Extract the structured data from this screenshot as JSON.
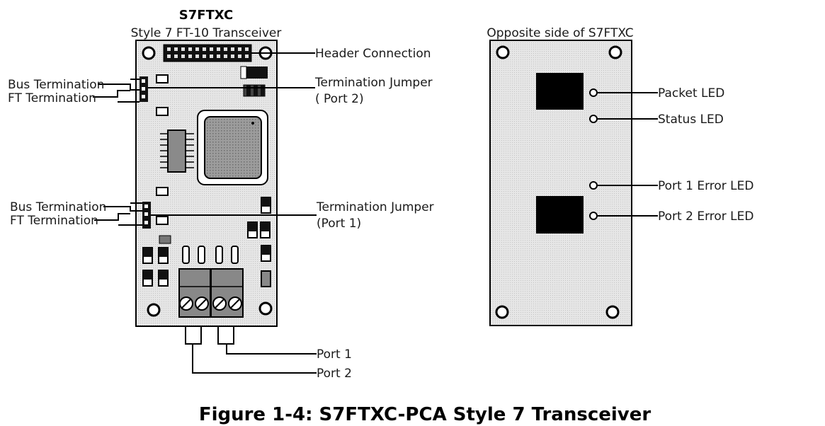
{
  "front": {
    "title": "S7FTXC",
    "subtitle": "Style 7 FT-10 Transceiver",
    "labels": {
      "header_connection": "Header Connection",
      "termination_jumper_port2_line1": "Termination Jumper",
      "termination_jumper_port2_line2": "( Port 2)",
      "termination_jumper_port1_line1": "Termination Jumper",
      "termination_jumper_port1_line2": "(Port 1)",
      "bus_termination_top": "Bus Termination",
      "ft_termination_top": "FT Termination",
      "bus_termination_bottom": "Bus Termination",
      "ft_termination_bottom": "FT Termination",
      "port1": "Port 1",
      "port2": "Port 2"
    }
  },
  "back": {
    "title": "Opposite side of S7FTXC",
    "labels": {
      "packet_led": "Packet LED",
      "status_led": "Status LED",
      "port1_error_led": "Port 1 Error LED",
      "port2_error_led": "Port 2 Error LED"
    }
  },
  "caption": "Figure 1-4: S7FTXC-PCA Style 7 Transceiver"
}
